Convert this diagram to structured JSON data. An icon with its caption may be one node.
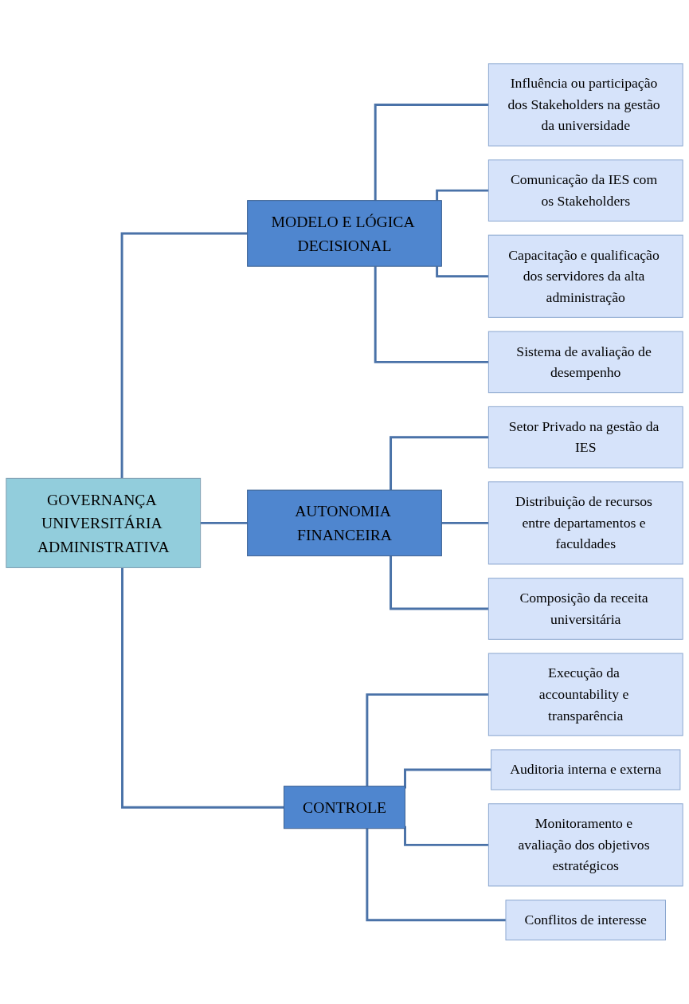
{
  "diagram": {
    "nodes": [
      {
        "text": [
          "GOVERNANÇA UNIVERSITÁRIA ADMINISTRATIVA"
        ]
      },
      {
        "text": [
          "MODELO E LÓGICA DECISIONAL"
        ]
      },
      {
        "text": [
          "Influência ou participação dos Stakeholders na gestão da universidade"
        ]
      },
      {
        "text": [
          "Comunicação da IES com os Stakeholders"
        ]
      },
      {
        "text": [
          "Capacitação e qualificação dos servidores da alta administração"
        ]
      },
      {
        "text": [
          "Sistema de avaliação de desempenho"
        ]
      },
      {
        "text": [
          "AUTONOMIA FINANCEIRA"
        ]
      },
      {
        "text": [
          "Setor Privado na gestão da IES"
        ]
      },
      {
        "text": [
          "Distribuição de recursos entre departamentos e faculdades"
        ]
      },
      {
        "text": [
          "Composição da receita universitária"
        ]
      },
      {
        "text": [
          "CONTROLE"
        ]
      },
      {
        "text": [
          "Execução da accountability e transparência"
        ]
      },
      {
        "text": [
          "Auditoria interna e externa"
        ]
      },
      {
        "text": [
          "Monitoramento e avaliação dos objetivos estratégicos"
        ]
      },
      {
        "text": [
          "Conflitos de interesse"
        ]
      }
    ],
    "edges": [
      {
        "from": 0,
        "to": 1,
        "arrow": "none"
      },
      {
        "from": 1,
        "to": 2,
        "arrow": "none"
      },
      {
        "from": 1,
        "to": 3,
        "arrow": "none"
      },
      {
        "from": 1,
        "to": 4,
        "arrow": "none"
      },
      {
        "from": 1,
        "to": 5,
        "arrow": "none"
      },
      {
        "from": 0,
        "to": 6,
        "arrow": "none"
      },
      {
        "from": 6,
        "to": 7,
        "arrow": "none"
      },
      {
        "from": 6,
        "to": 8,
        "arrow": "none"
      },
      {
        "from": 6,
        "to": 9,
        "arrow": "none"
      },
      {
        "from": 0,
        "to": 10,
        "arrow": "none"
      },
      {
        "from": 10,
        "to": 11,
        "arrow": "none"
      },
      {
        "from": 10,
        "to": 12,
        "arrow": "none"
      },
      {
        "from": 10,
        "to": 13,
        "arrow": "none"
      },
      {
        "from": 10,
        "to": 14,
        "arrow": "none"
      }
    ]
  }
}
